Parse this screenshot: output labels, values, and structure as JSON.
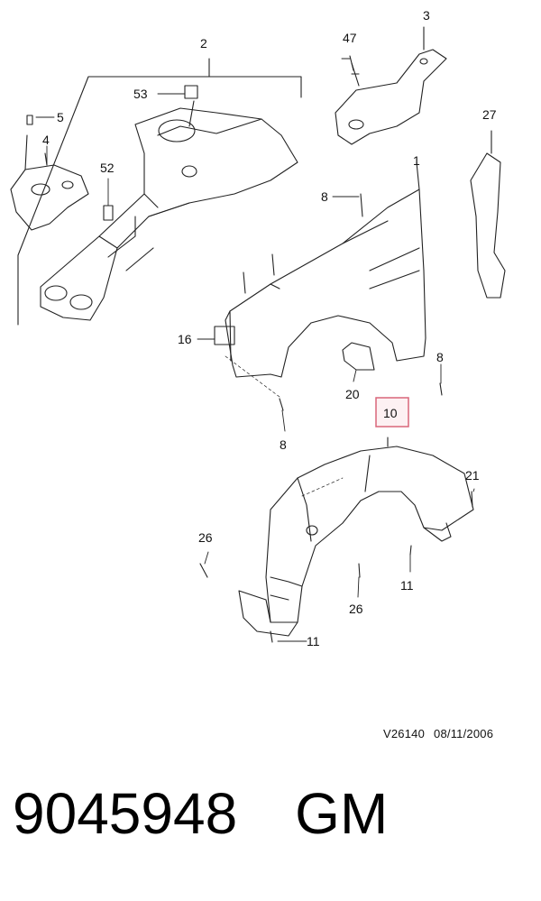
{
  "callouts": {
    "c1": "1",
    "c2": "2",
    "c3": "3",
    "c4": "4",
    "c5": "5",
    "c8a": "8",
    "c8b": "8",
    "c8c": "8",
    "c10": "10",
    "c11a": "11",
    "c11b": "11",
    "c16": "16",
    "c20": "20",
    "c21": "21",
    "c26a": "26",
    "c26b": "26",
    "c27": "27",
    "c47": "47",
    "c52": "52",
    "c53": "53"
  },
  "highlight_color": "#d9667a",
  "footer": {
    "code": "V26140",
    "date": "08/11/2006"
  },
  "bottom": {
    "part_number": "9045948",
    "brand": "GM"
  }
}
